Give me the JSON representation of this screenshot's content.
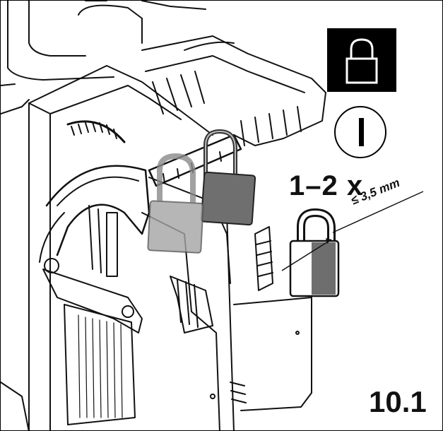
{
  "labels": {
    "padlock_count": "1–2 x",
    "shackle_diameter": "≤ 3,5 mm",
    "figure_number": "10.1"
  },
  "icons": {
    "lock_symbol": "padlock-icon",
    "on_symbol": "power-on-icon"
  },
  "colors": {
    "line": "#111111",
    "translucent_lock": "#9e9e9e",
    "dark_lock": "#6f6f6f",
    "symbol_background": "#000000"
  }
}
